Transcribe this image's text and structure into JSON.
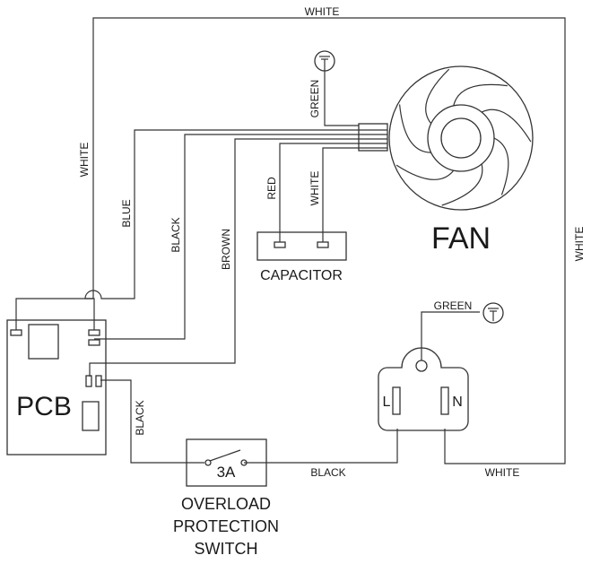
{
  "diagram": {
    "wire_labels": {
      "white_top": "WHITE",
      "white_left": "WHITE",
      "white_right": "WHITE",
      "white_bottom": "WHITE",
      "white_cap": "WHITE",
      "green_fan": "GREEN",
      "green_plug": "GREEN",
      "blue": "BLUE",
      "black_upper": "BLACK",
      "black_pcb": "BLACK",
      "black_bottom": "BLACK",
      "brown": "BROWN",
      "red": "RED"
    },
    "components": {
      "fan": "FAN",
      "capacitor": "CAPACITOR",
      "pcb": "PCB",
      "plug_l": "L",
      "plug_n": "N",
      "switch_rating": "3A",
      "switch_line1": "OVERLOAD",
      "switch_line2": "PROTECTION",
      "switch_line3": "SWITCH"
    },
    "icons": [
      "ground-icon",
      "fan-icon",
      "capacitor-icon",
      "switch-icon",
      "plug-icon"
    ]
  }
}
